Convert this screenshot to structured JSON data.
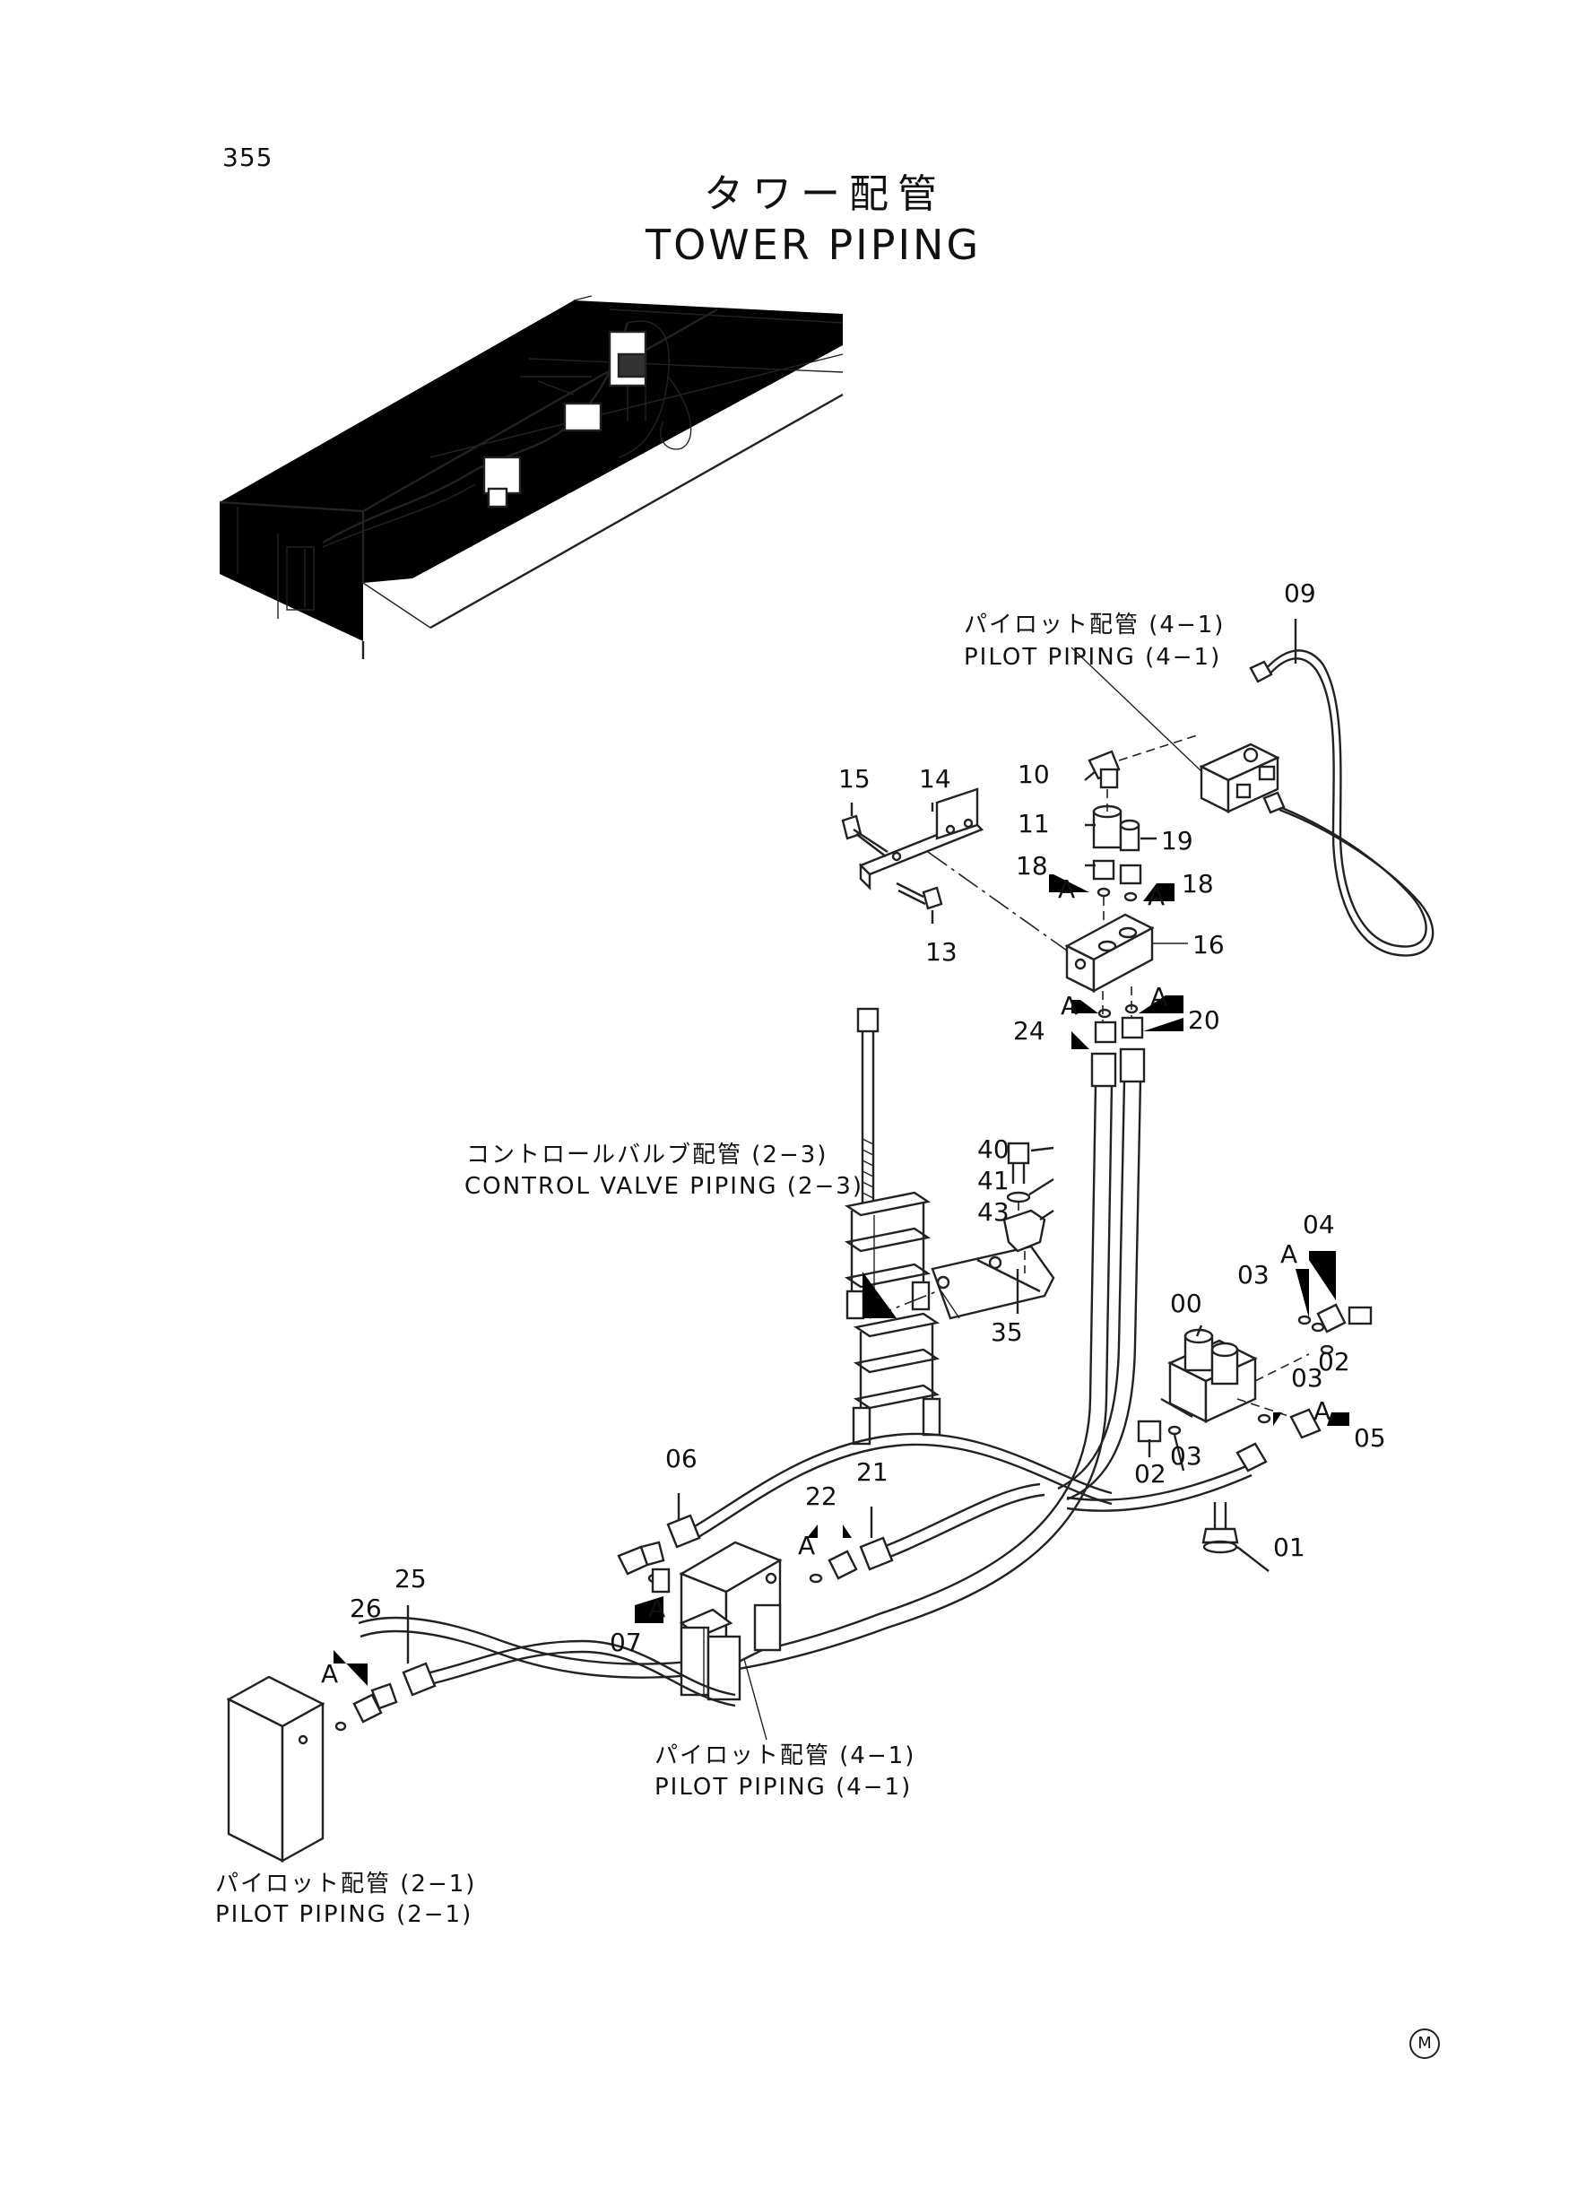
{
  "page": {
    "number": "355",
    "title_jp": "タワー配管",
    "title_en": "TOWER PIPING",
    "corner_mark": "M"
  },
  "notes": {
    "pilot_4_1_top": {
      "jp": "パイロット配管 (4−1)",
      "en": "PILOT PIPING (4−1)"
    },
    "control_valve_2_3": {
      "jp": "コントロールバルブ配管 (2−3)",
      "en": "CONTROL VALVE PIPING (2−3)"
    },
    "pilot_4_1_bottom": {
      "jp": "パイロット配管 (4−1)",
      "en": "PILOT PIPING (4−1)"
    },
    "pilot_2_1": {
      "jp": "パイロット配管 (2−1)",
      "en": "PILOT PIPING (2−1)"
    }
  },
  "parts": {
    "p00": "00",
    "p01": "01",
    "p02a": "02",
    "p02b": "02",
    "p03a": "03",
    "p03b": "03",
    "p03c": "03",
    "p04": "04",
    "p05": "05",
    "p06": "06",
    "p07": "07",
    "p09": "09",
    "p10": "10",
    "p11": "11",
    "p13": "13",
    "p14": "14",
    "p15": "15",
    "p16": "16",
    "p18a": "18",
    "p18b": "18",
    "p19": "19",
    "p20": "20",
    "p21": "21",
    "p22": "22",
    "p24": "24",
    "p25": "25",
    "p26": "26",
    "p35": "35",
    "p40": "40",
    "p41": "41",
    "p43": "43"
  },
  "detail_tag": "A"
}
